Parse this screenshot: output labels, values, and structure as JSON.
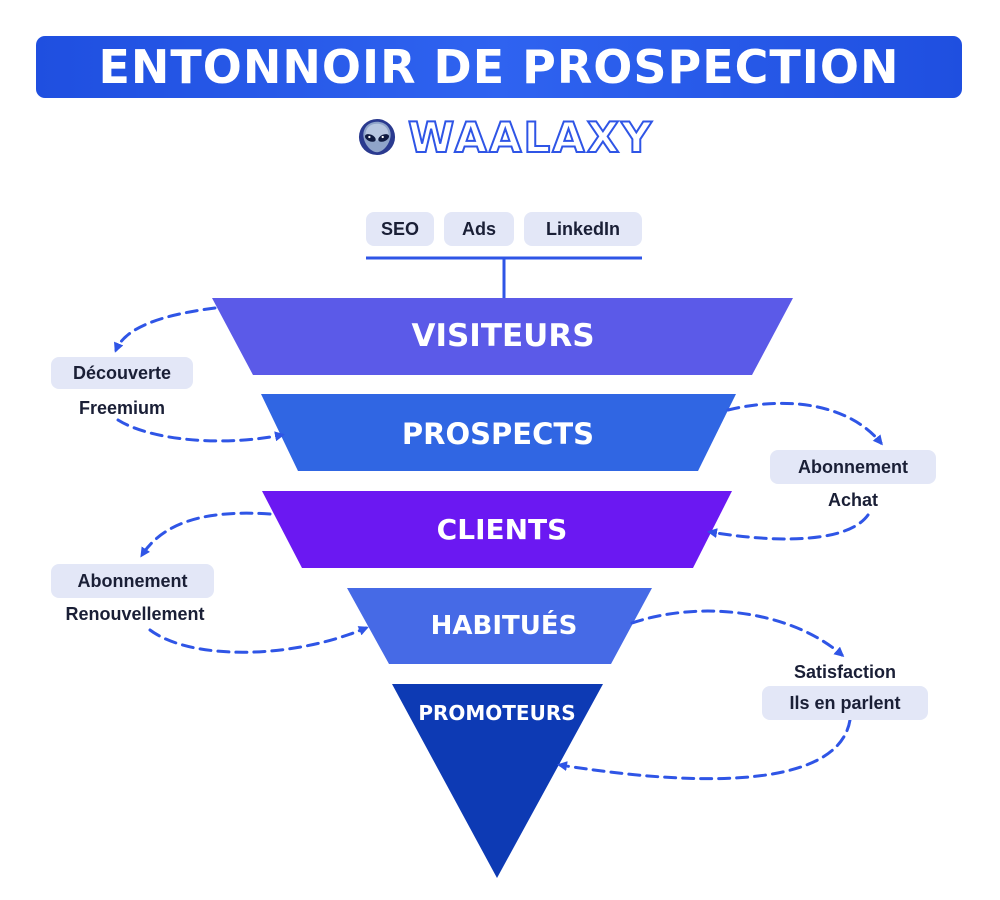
{
  "title": "ENTONNOIR DE PROSPECTION",
  "brand": {
    "name": "WAALAXY",
    "logo_icon": "alien-head-icon"
  },
  "sources": [
    "SEO",
    "Ads",
    "LinkedIn"
  ],
  "stages": [
    {
      "label": "VISITEURS",
      "color": "#5b5ae8"
    },
    {
      "label": "PROSPECTS",
      "color": "#3066e3"
    },
    {
      "label": "CLIENTS",
      "color": "#6b18f2"
    },
    {
      "label": "HABITUÉS",
      "color": "#466ae6"
    },
    {
      "label": "PROMOTEURS",
      "color": "#0d3ab4"
    }
  ],
  "loops": {
    "visiteurs_prospects": {
      "tag": "Découverte",
      "text": "Freemium"
    },
    "prospects_clients": {
      "tag": "Abonnement",
      "text": "Achat"
    },
    "clients_habitues": {
      "tag": "Abonnement",
      "text": "Renouvellement"
    },
    "habitues_promoteurs": {
      "text": "Satisfaction",
      "tag": "Ils en parlent"
    }
  },
  "colors": {
    "accent": "#2f55e6",
    "pill_bg": "#e3e7f7",
    "arrow": "#2f55e6"
  }
}
